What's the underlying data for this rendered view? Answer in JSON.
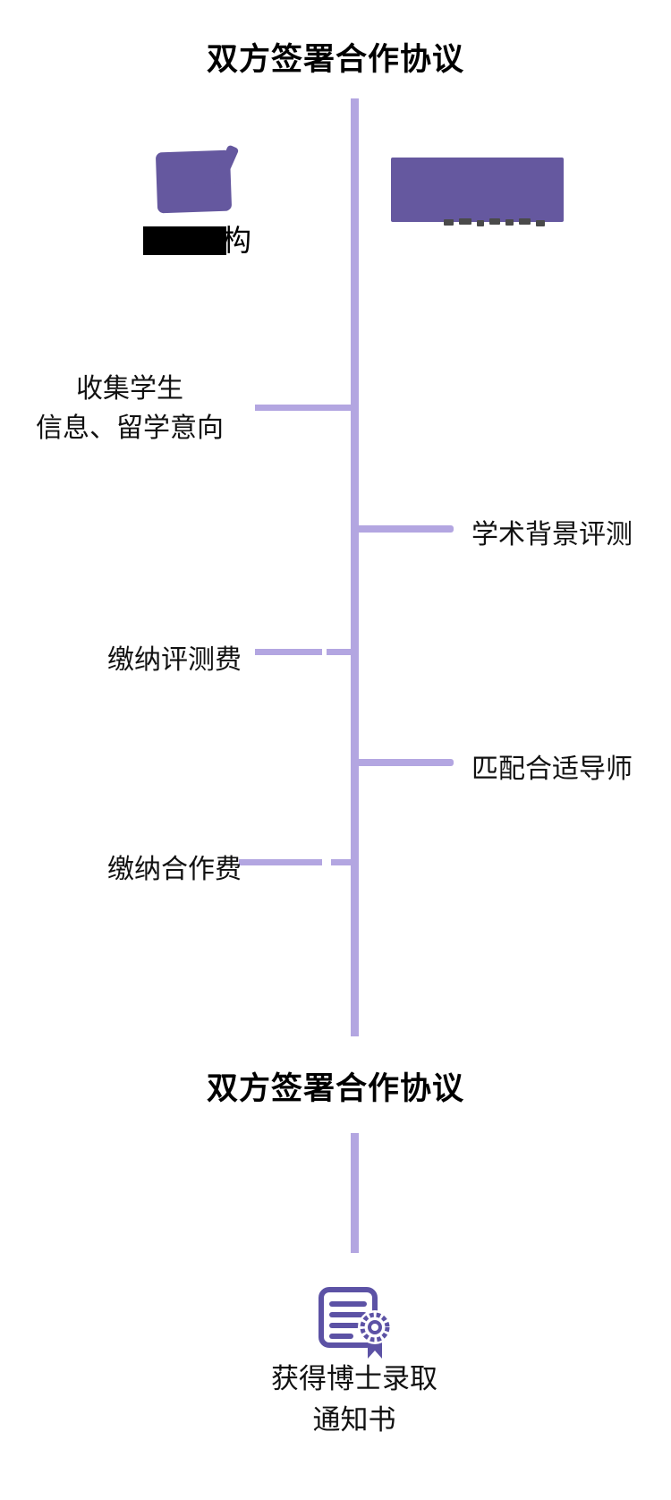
{
  "colors": {
    "timeline": "#b3a6e1",
    "shape_purple": "#65589f",
    "icon_purple": "#5c52a5",
    "title_text": "#000000",
    "label_text": "#111111",
    "fragment_gray": "#4a4a4a"
  },
  "title_top": "双方签署合作协议",
  "title_middle": "双方签署合作协议",
  "header_left": {
    "icon": "graduation-cap",
    "visible_char": "构"
  },
  "steps_left": [
    {
      "lines": [
        "收集学生",
        "信息、留学意向"
      ],
      "connector": "solid"
    },
    {
      "lines": [
        "缴纳评测费"
      ],
      "connector": "dashed"
    },
    {
      "lines": [
        "缴纳合作费"
      ],
      "connector": "dashed"
    }
  ],
  "steps_right": [
    {
      "label": "学术背景评测",
      "connector": "solid"
    },
    {
      "label": "匹配合适导师",
      "connector": "solid"
    }
  ],
  "footer": {
    "icon": "certificate",
    "lines": [
      "获得博士录取",
      "通知书"
    ]
  }
}
